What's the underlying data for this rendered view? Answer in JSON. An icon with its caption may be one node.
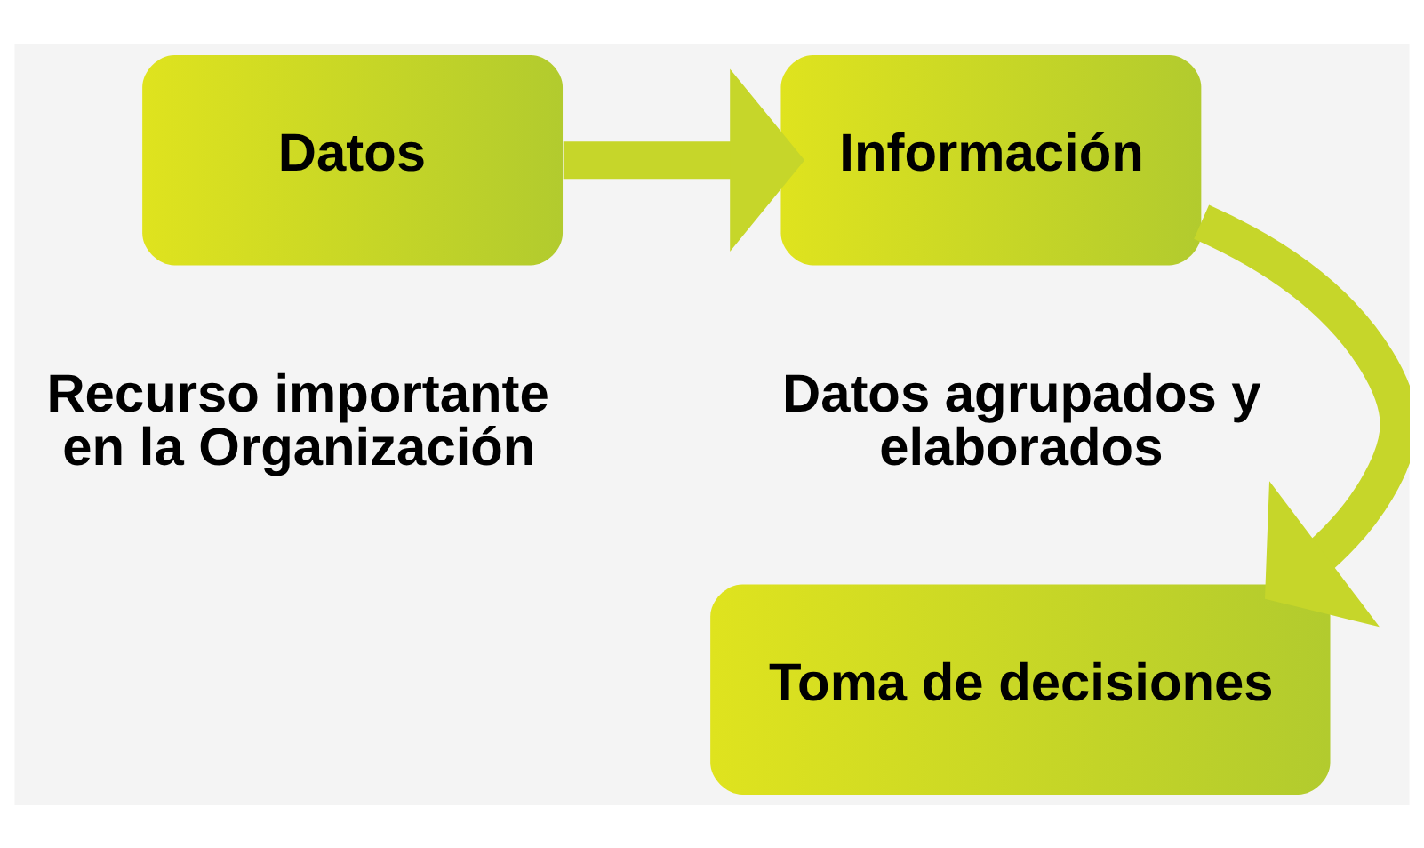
{
  "diagram": {
    "nodes": [
      {
        "text": [
          "Datos"
        ],
        "beside": [
          "Recurso importante en la Organización"
        ]
      },
      {
        "text": [
          "Información"
        ],
        "beside": [
          "Datos agrupados y elaborados"
        ]
      },
      {
        "text": [
          "Toma de decisiones"
        ]
      }
    ],
    "edges": [
      {
        "from": 0,
        "to": 1,
        "arrow": "to"
      },
      {
        "from": 1,
        "to": 2,
        "arrow": "to"
      }
    ]
  }
}
